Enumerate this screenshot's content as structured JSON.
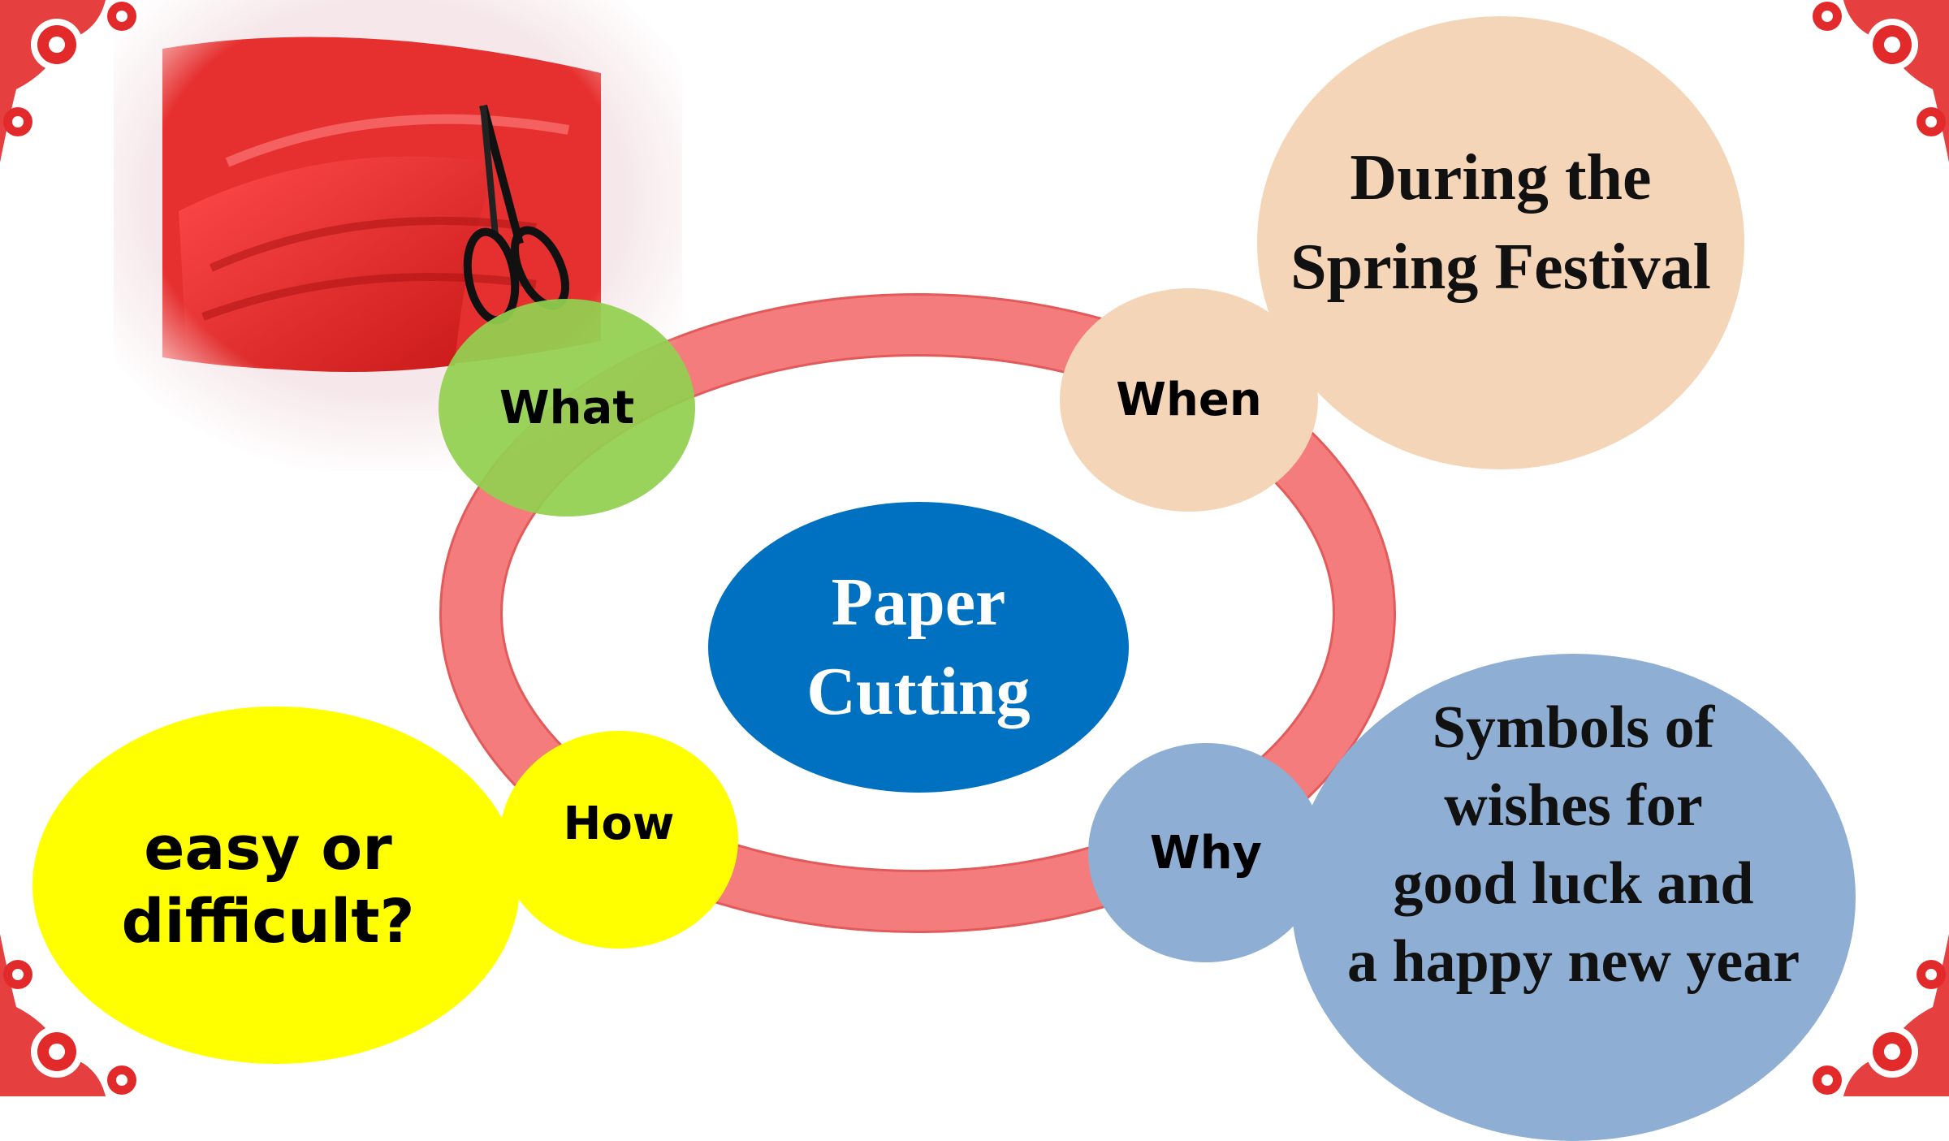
{
  "center": {
    "lines": [
      "Paper",
      "Cutting"
    ]
  },
  "nodes": {
    "what": {
      "label": "What"
    },
    "when": {
      "label": "When"
    },
    "how": {
      "label": "How"
    },
    "why": {
      "label": "Why"
    }
  },
  "details": {
    "when": {
      "lines": [
        "During the",
        "Spring Festival"
      ]
    },
    "how": {
      "lines": [
        "easy or",
        "difficult?"
      ]
    },
    "why": {
      "lines": [
        "Symbols of",
        "wishes for",
        "good luck and",
        "a happy new year"
      ]
    }
  },
  "colors": {
    "ring": "#f47c7c",
    "center": "#0070c0",
    "what": "#92d050",
    "when": "#f5d5b8",
    "how": "#ffff00",
    "why": "#8eaed4",
    "papercut": "#e32a2a"
  },
  "icons": {
    "photo": "red-paper-and-scissors-photo",
    "corners": "paper-cut-flower-ornament"
  }
}
